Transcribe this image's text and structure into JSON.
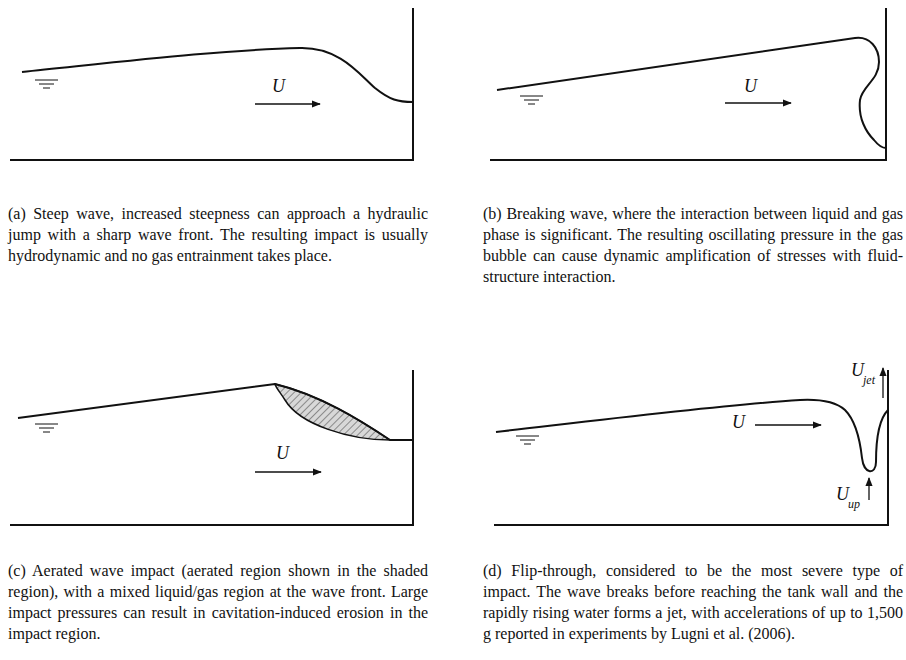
{
  "diagram": {
    "labels": [
      "U",
      "(a) Steep wave, increased steepness can approach a hydraulic jump with a sharp wave front. The resulting impact is usually hydrodynamic and no gas entrainment takes place.",
      "U",
      "(b) Breaking wave, where the interaction between liquid and gas phase is significant. The resulting oscillating pressure in the gas bubble can cause dynamic amplification of stresses with fluid-structure interaction.",
      "U",
      "(c) Aerated wave impact (aerated region shown in the shaded region), with a mixed liquid/gas region at the wave front. Large impact pressures can result in cavitation-induced erosion in the impact region.",
      "U",
      "U",
      "jet",
      "U",
      "up",
      "(d) Flip-through, considered to be the most severe type of impact. The wave breaks before reaching the tank wall and the rapidly rising water forms a jet, with accelerations of up to 1,500 g reported in experiments by Lugni et al. (2006)."
    ]
  }
}
